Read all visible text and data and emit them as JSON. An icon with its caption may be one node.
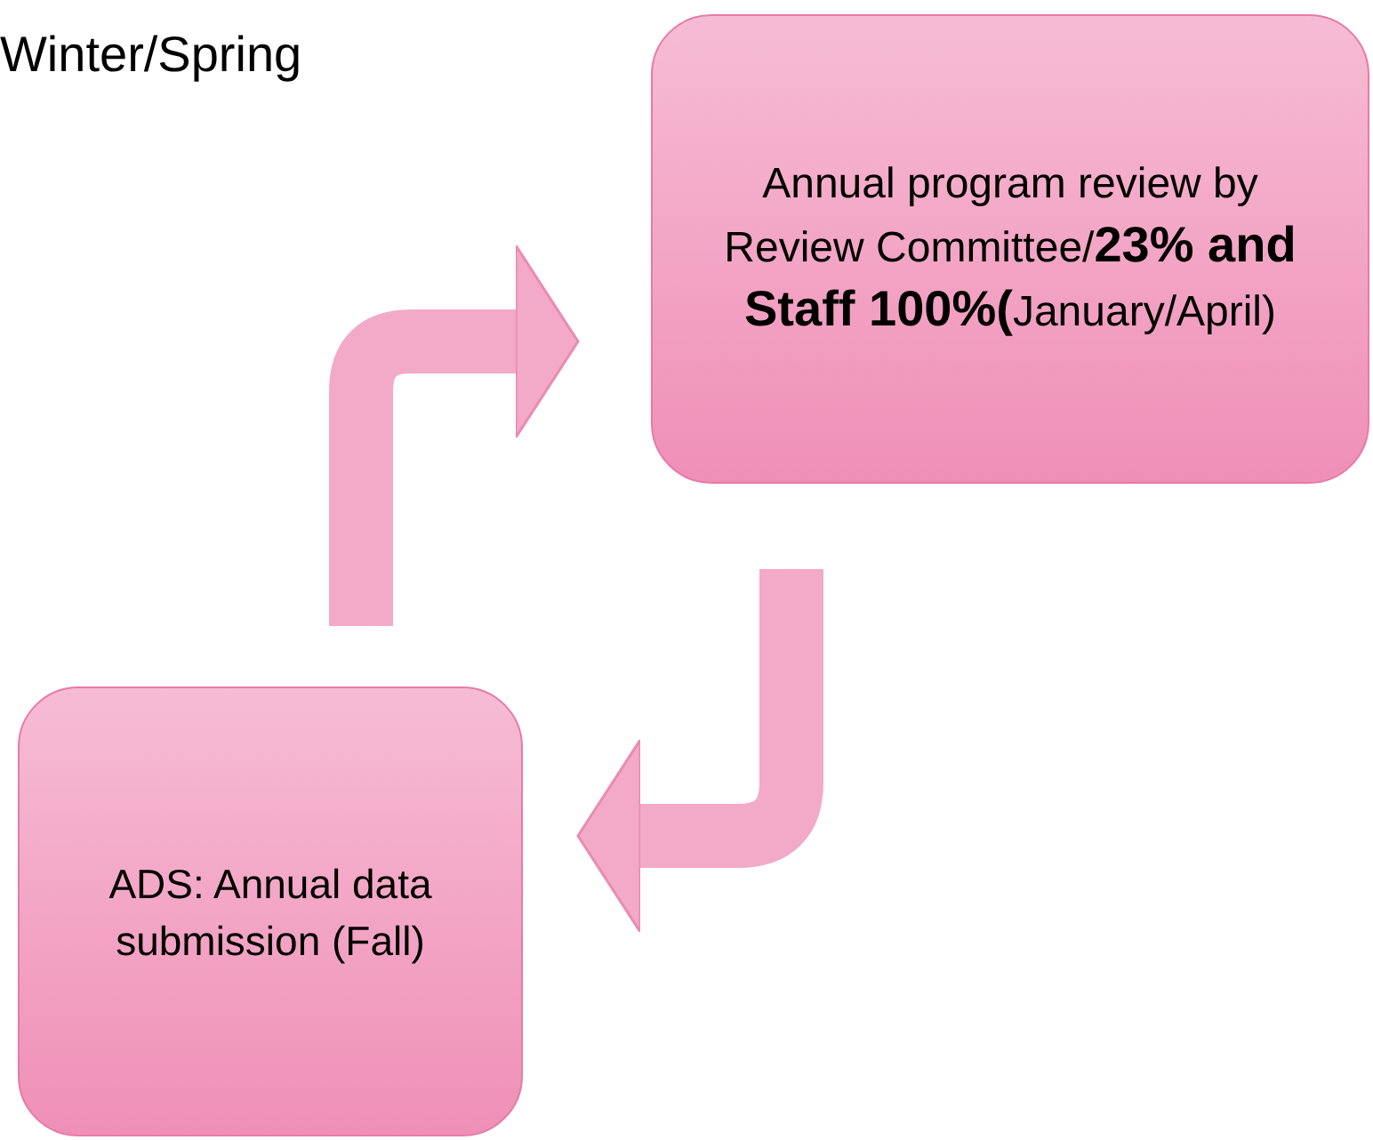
{
  "diagram": {
    "nodes": [
      {
        "text": [
          "Annual program review by Review Committee/**23% and Staff 100%(**January/April)"
        ]
      },
      {
        "text": [
          "ADS: Annual data submission (Fall)"
        ]
      }
    ],
    "edges": [
      {
        "from": 1,
        "to": 0,
        "arrow": "to"
      },
      {
        "from": 0,
        "to": 1,
        "arrow": "to"
      }
    ],
    "labels": [
      "Winter/Spring"
    ]
  }
}
